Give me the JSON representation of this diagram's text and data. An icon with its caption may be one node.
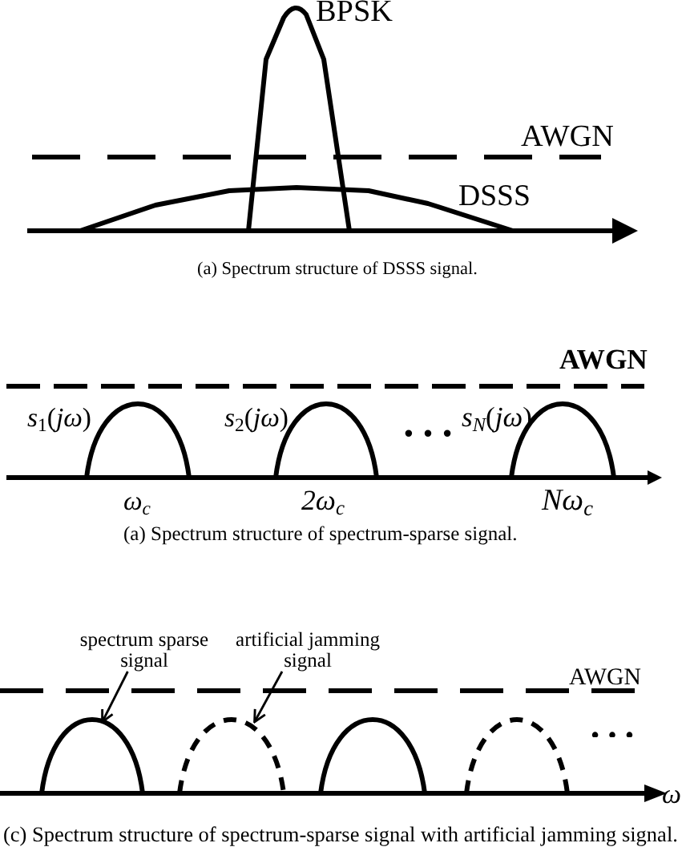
{
  "diagram": {
    "nodes": [
      {
        "text": [
          "spectrum sparse signal"
        ]
      },
      {
        "text": [
          "artificial jamming signal"
        ]
      },
      {
        "text": [],
        "shape": "arc"
      },
      {
        "text": [],
        "shape": "arc"
      }
    ],
    "edges": [
      {
        "from": 0,
        "to": 2,
        "arrow": "to"
      },
      {
        "from": 1,
        "to": 3,
        "arrow": "to"
      }
    ],
    "labels": [
      "BPSK",
      "AWGN",
      "DSSS",
      "(a) Spectrum structure of DSSS signal.",
      "AWGN",
      "*s*$_{1}$(*jω*)",
      "*s*$_{2}$(*jω*)",
      "…",
      "*s*$_{N}$(*jω*)",
      "ω$_{c}$",
      "2ω$_{c}$",
      "*Nω*$_{c}$",
      "(a) Spectrum structure of spectrum-sparse signal.",
      "AWGN",
      "…",
      "ω",
      "(c) Spectrum structure of spectrum-sparse signal with artificial jamming signal."
    ]
  }
}
